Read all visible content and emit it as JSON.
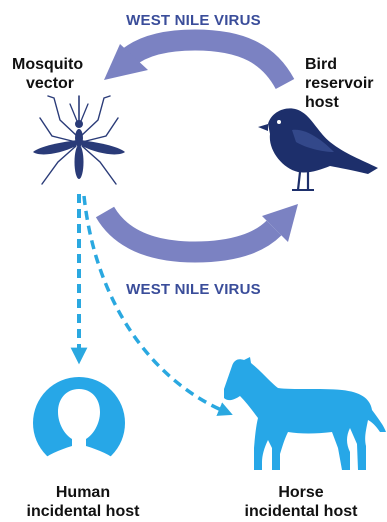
{
  "cycle_label_top": "WEST NILE VIRUS",
  "cycle_label_bottom": "WEST NILE VIRUS",
  "nodes": {
    "mosquito": {
      "line1": "Mosquito",
      "line2": "vector",
      "icon": "mosquito-icon"
    },
    "bird": {
      "line1": "Bird",
      "line2": "reservoir",
      "line3": "host",
      "icon": "bird-icon"
    },
    "human": {
      "line1": "Human",
      "line2": "incidental host",
      "icon": "human-avatar-icon"
    },
    "horse": {
      "line1": "Horse",
      "line2": "incidental host",
      "icon": "horse-icon"
    }
  },
  "colors": {
    "cycle_arrow": "#7b82c2",
    "virus_label": "#3a4d9a",
    "bird": "#1d2f6b",
    "mosquito": "#2a3b78",
    "incidental_arrow": "#2aa8e0",
    "incidental_icon": "#27a7e7"
  }
}
